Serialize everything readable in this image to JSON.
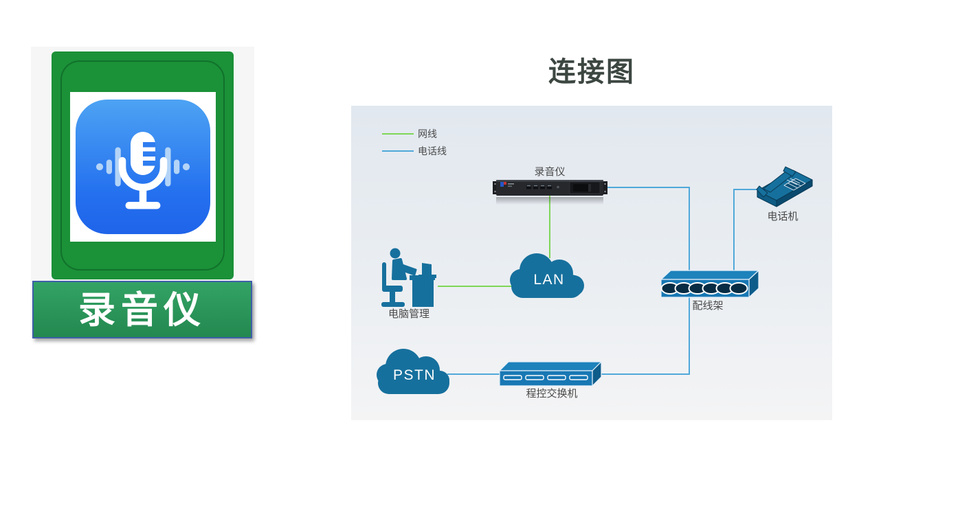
{
  "app_card": {
    "label": "录音仪",
    "colors": {
      "frame_green": "#1b9138",
      "label_bg_top": "#33a365",
      "label_bg_bottom": "#23884f",
      "label_border": "#3e5fa8",
      "icon_blue_top": "#4da3f3",
      "icon_blue_bottom": "#1f64ea"
    }
  },
  "diagram": {
    "title": "连接图",
    "panel_bg_top": "#e2e8ef",
    "panel_bg_bottom": "#f4f4f5",
    "node_blue": "#16709d",
    "legend": [
      {
        "id": "network-cable",
        "label": "网线",
        "color": "#7ed656"
      },
      {
        "id": "telephone-cable",
        "label": "电话线",
        "color": "#4fa8da"
      }
    ],
    "nodes": {
      "recorder": {
        "label": "录音仪",
        "type": "rack-device"
      },
      "phone": {
        "label": "电话机",
        "type": "telephone"
      },
      "lan": {
        "label": "LAN",
        "type": "cloud"
      },
      "pc": {
        "label": "电脑管理",
        "type": "person-at-computer"
      },
      "patch_panel": {
        "label": "配线架",
        "type": "patch-panel"
      },
      "pstn": {
        "label": "PSTN",
        "type": "cloud"
      },
      "pbx": {
        "label": "程控交换机",
        "type": "switch"
      }
    },
    "connections": [
      {
        "from": "pc",
        "to": "lan",
        "line": "网线"
      },
      {
        "from": "lan",
        "to": "recorder",
        "line": "网线"
      },
      {
        "from": "recorder",
        "to": "patch_panel",
        "line": "电话线"
      },
      {
        "from": "phone",
        "to": "patch_panel",
        "line": "电话线"
      },
      {
        "from": "patch_panel",
        "to": "pbx",
        "line": "电话线"
      },
      {
        "from": "pstn",
        "to": "pbx",
        "line": "电话线"
      }
    ]
  }
}
